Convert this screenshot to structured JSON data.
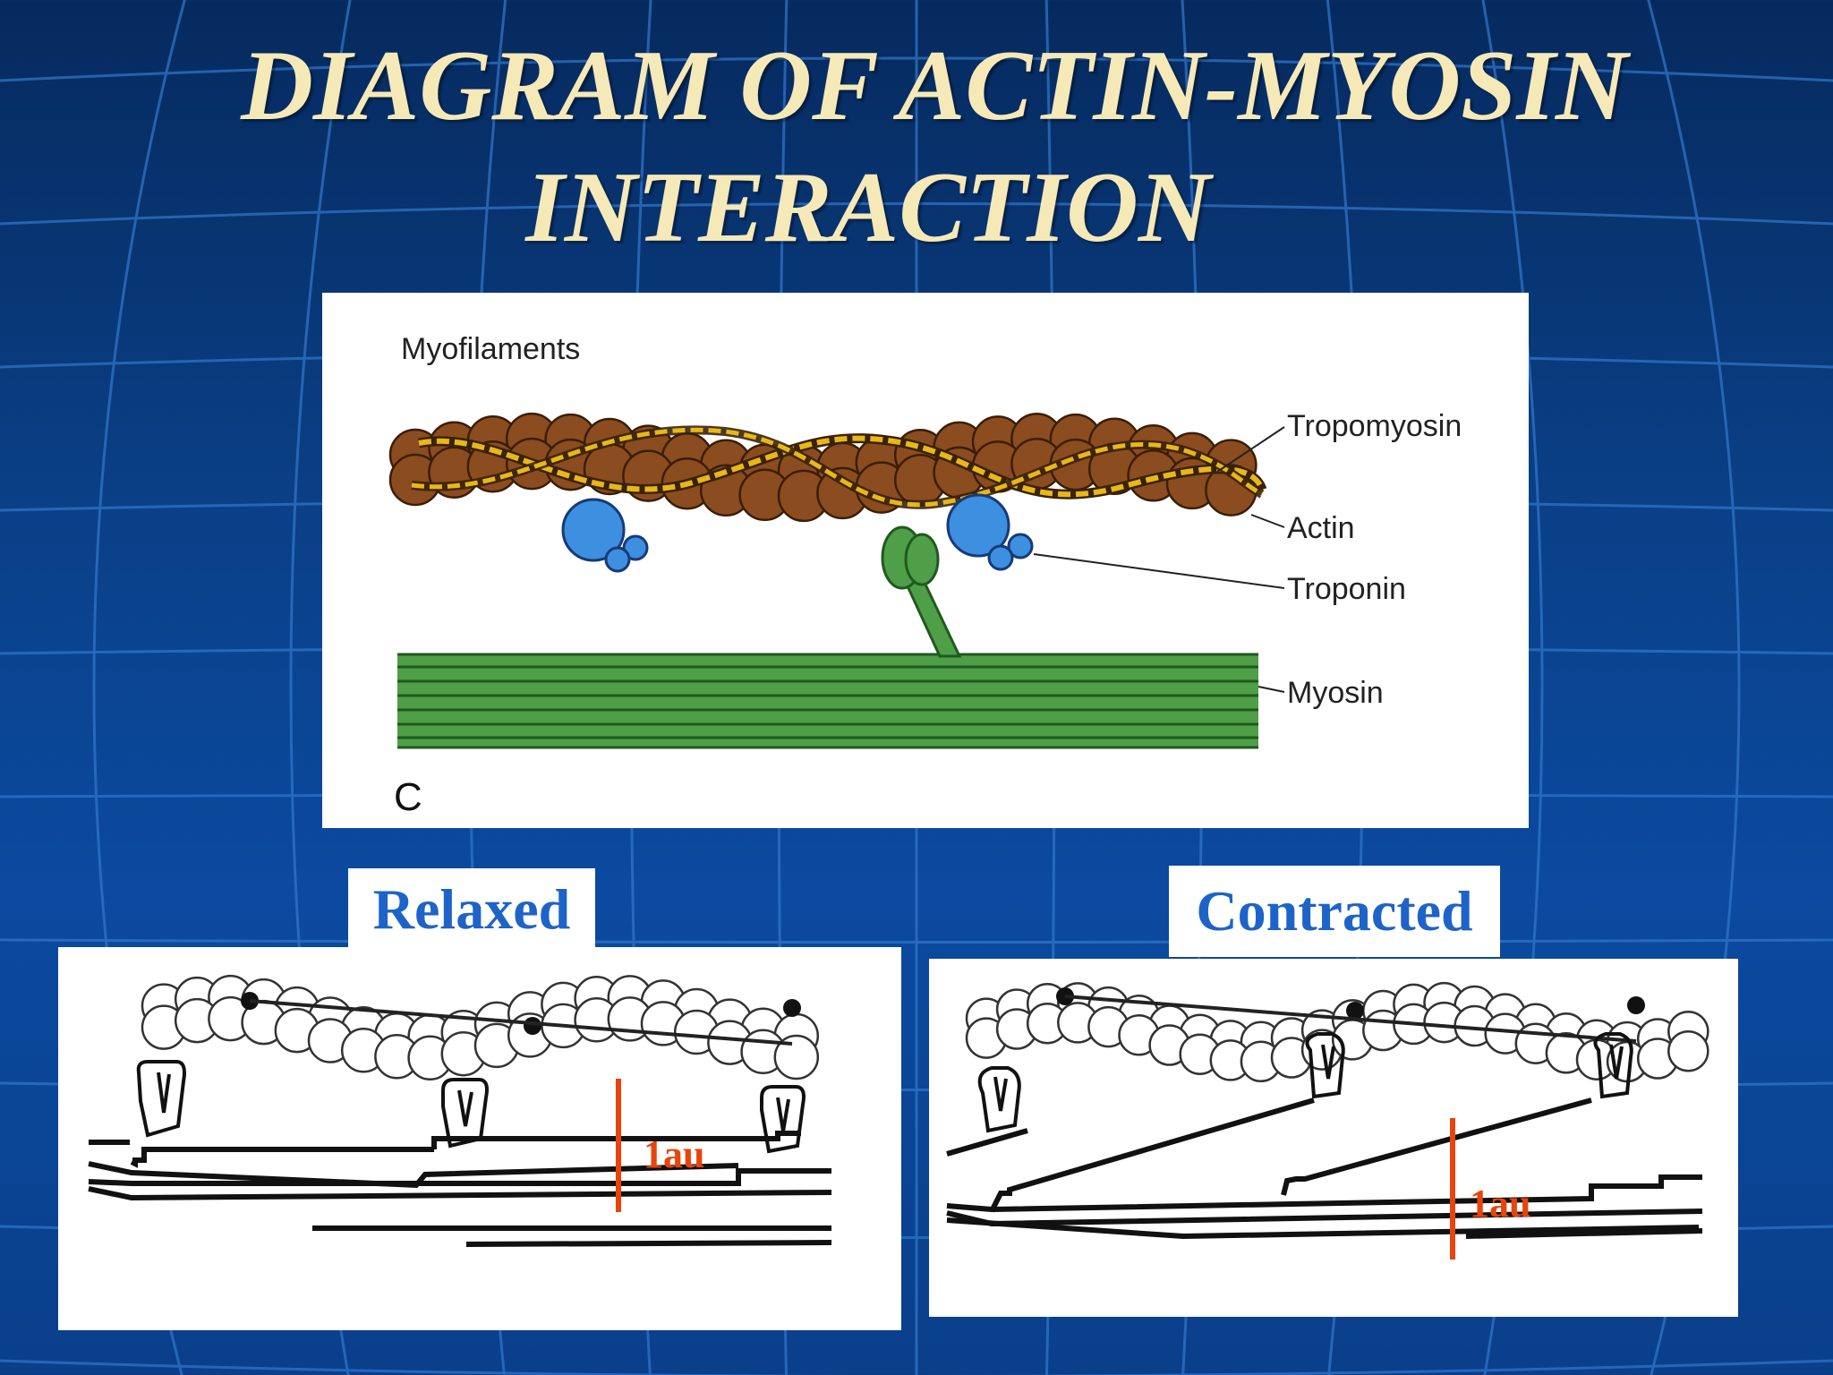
{
  "slide": {
    "title_line_1": "DIAGRAM OF ACTIN-MYOSIN",
    "title_line_2": "INTERACTION"
  },
  "top_figure": {
    "heading": "Myofilaments",
    "panel_letter": "C",
    "labels": {
      "tropomyosin": "Tropomyosin",
      "actin": "Actin",
      "troponin": "Troponin",
      "myosin": "Myosin"
    }
  },
  "relaxed": {
    "label": "Relaxed",
    "measure": "1au"
  },
  "contracted": {
    "label": "Contracted",
    "measure": "1au"
  },
  "colors": {
    "title": "#f6e9b8",
    "actin": "#8b4c1f",
    "tropomyosin": "#e8b818",
    "troponin": "#3d8fe0",
    "myosin": "#4f9e48",
    "measure": "#e8440c",
    "label_text": "#1e63c8"
  }
}
